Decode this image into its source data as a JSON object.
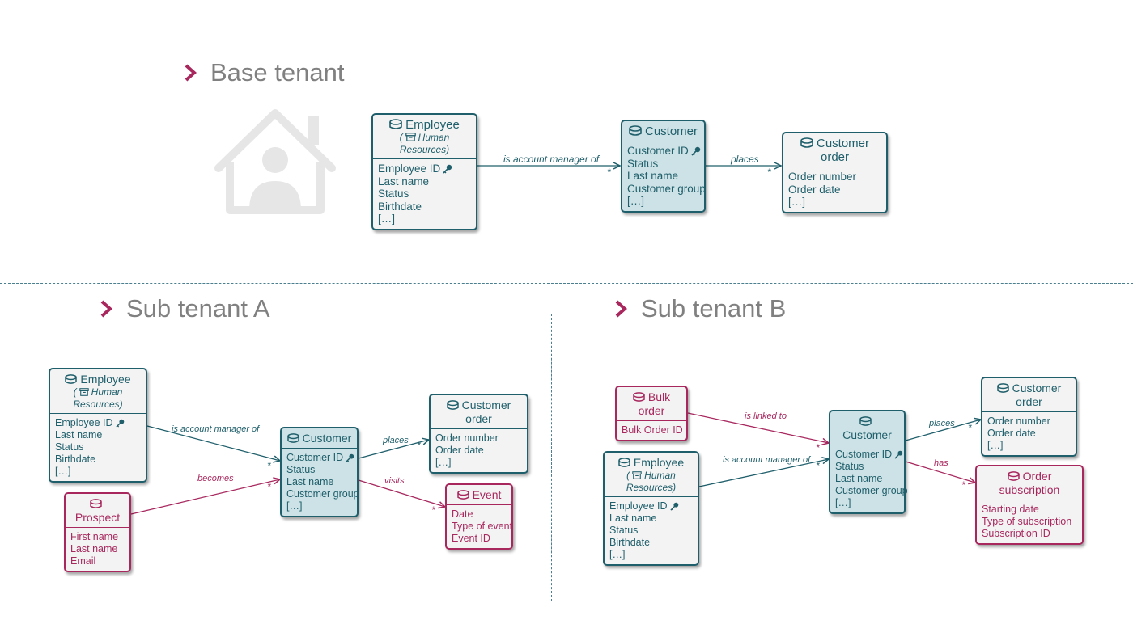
{
  "sections": {
    "base": "Base tenant",
    "sub_a": "Sub tenant A",
    "sub_b": "Sub tenant B"
  },
  "common": {
    "employee_title": "Employee",
    "employee_domain": "Human Resources",
    "employee_attrs": [
      "Employee ID",
      "Last name",
      "Status",
      "Birthdate",
      "[…]"
    ],
    "customer_title": "Customer",
    "customer_attrs": [
      "Customer ID",
      "Status",
      "Last name",
      "Customer group",
      "[…]"
    ],
    "order_title": "Customer order",
    "order_attrs": [
      "Order number",
      "Order date",
      "[…]"
    ]
  },
  "sub_a": {
    "prospect_title": "Prospect",
    "prospect_attrs": [
      "First name",
      "Last name",
      "Email"
    ],
    "event_title": "Event",
    "event_attrs": [
      "Date",
      "Type of event",
      "Event ID"
    ]
  },
  "sub_b": {
    "bulk_title": "Bulk order",
    "bulk_attrs": [
      "Bulk Order ID"
    ],
    "subscription_title": "Order subscription",
    "subscription_attrs": [
      "Starting date",
      "Type of subscription",
      "Subscription ID"
    ]
  },
  "relations": {
    "manager": "is account manager of",
    "places": "places",
    "becomes": "becomes",
    "visits": "visits",
    "linked": "is linked to",
    "has": "has",
    "many": "*"
  },
  "colors": {
    "teal": "#1f5f6b",
    "pink": "#a8285e",
    "highlight": "#cde2e6",
    "grey": "#808080"
  },
  "icons": [
    "chevron-right-icon",
    "house-user-icon",
    "database-icon",
    "archive-icon",
    "key-icon"
  ]
}
